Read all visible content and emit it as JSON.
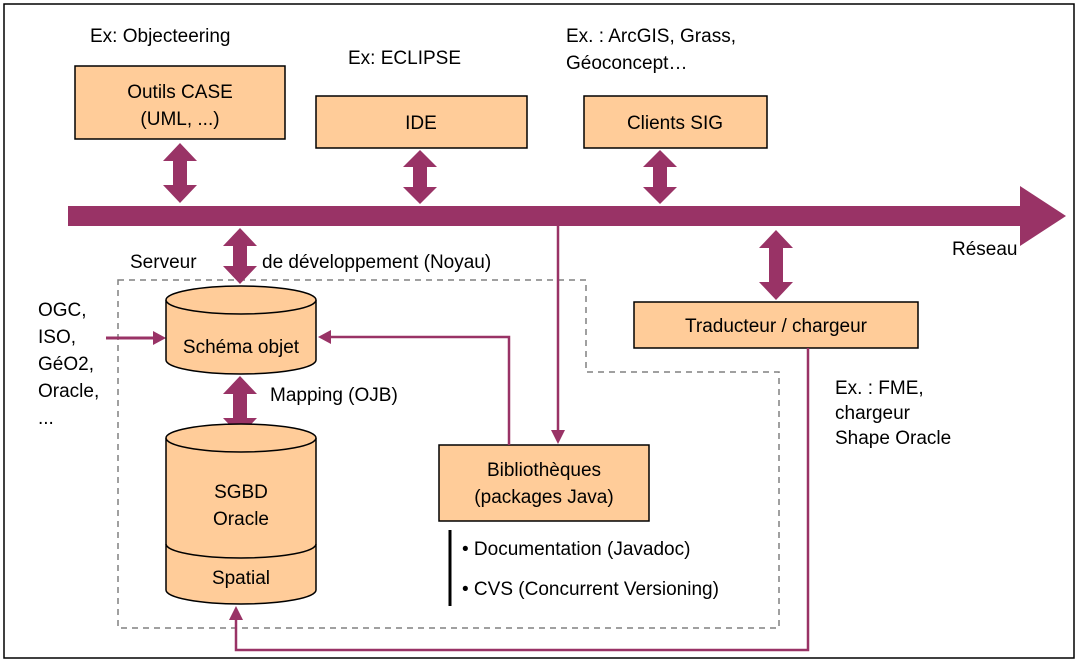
{
  "colors": {
    "accent": "#993366",
    "box_fill": "#FFCC99",
    "box_stroke": "#000000",
    "dashed": "#808080",
    "background": "#FFFFFF"
  },
  "tools": {
    "case": {
      "example": "Ex: Objecteering",
      "line1": "Outils CASE",
      "line2": "(UML, ...)"
    },
    "ide": {
      "example": "Ex: ECLIPSE",
      "label": "IDE"
    },
    "sig": {
      "example_line1": "Ex. : ArcGIS, Grass,",
      "example_line2": "Géoconcept…",
      "label": "Clients SIG"
    }
  },
  "network": {
    "label": "Réseau"
  },
  "server": {
    "label_left": "Serveur",
    "label_right": "de développement (Noyau)"
  },
  "standards": [
    "OGC,",
    "ISO,",
    "GéO2,",
    "Oracle,",
    "..."
  ],
  "schema": {
    "label": "Schéma objet"
  },
  "mapping": {
    "label": "Mapping (OJB)"
  },
  "dbms": {
    "line1": "SGBD",
    "line2": "Oracle",
    "spatial": "Spatial"
  },
  "libraries": {
    "line1": "Bibliothèques",
    "line2": "(packages Java)",
    "bullets": [
      "• Documentation (Javadoc)",
      "• CVS (Concurrent Versioning)"
    ]
  },
  "translator": {
    "label": "Traducteur / chargeur",
    "examples": [
      "Ex. : FME,",
      "chargeur",
      "Shape Oracle"
    ]
  }
}
